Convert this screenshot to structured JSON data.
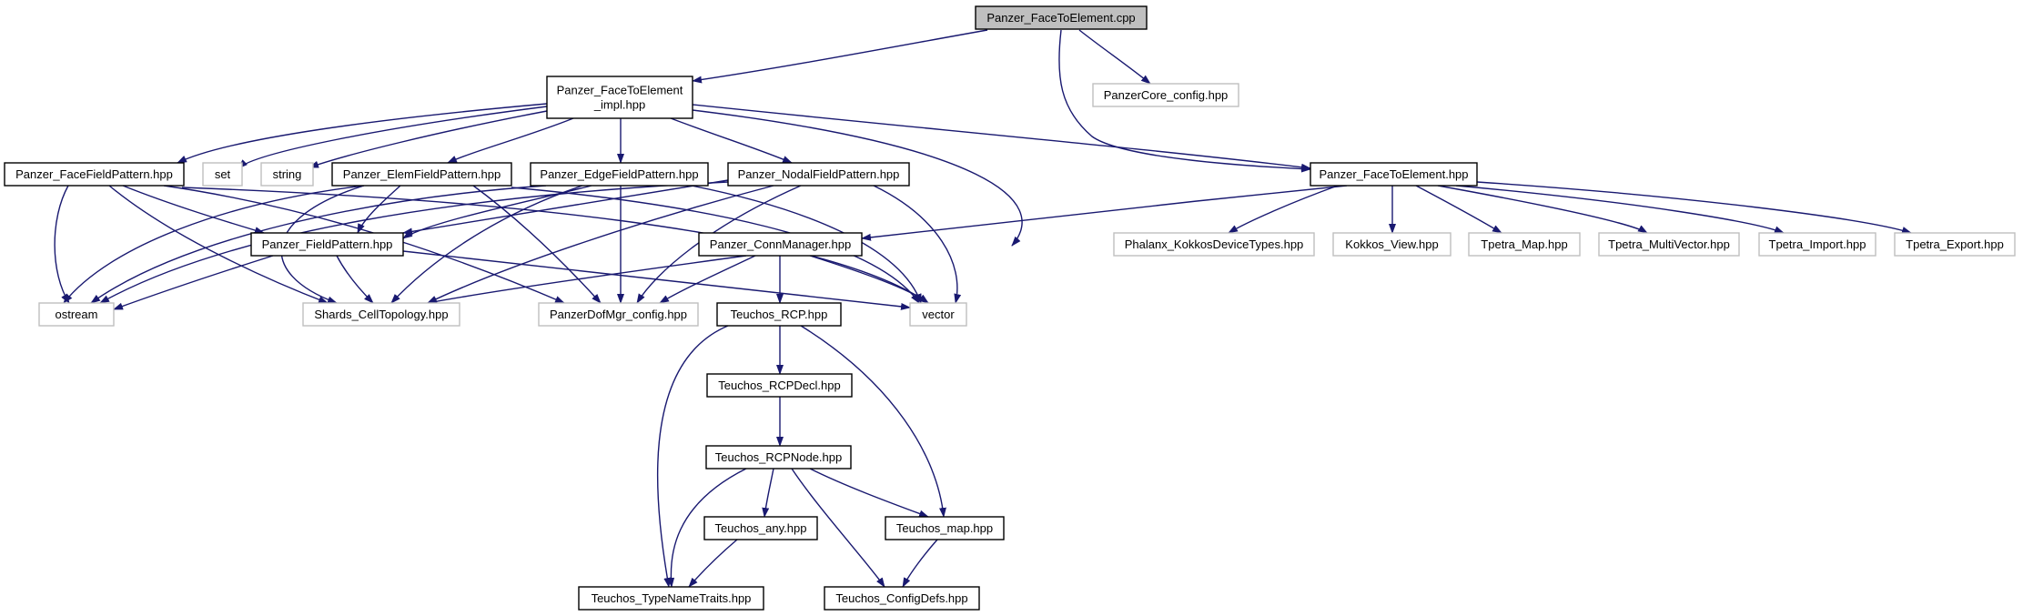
{
  "graph": {
    "colors": {
      "background": "#ffffff",
      "edge": "#191970",
      "root_fill": "#bfbfbf",
      "node_fill": "#ffffff",
      "documented_border": "#000000",
      "external_border": "#bfbfbf",
      "text": "#000000"
    },
    "nodes": [
      {
        "id": "root",
        "lines": [
          "Panzer_FaceToElement.cpp"
        ],
        "style": "root"
      },
      {
        "id": "impl",
        "lines": [
          "Panzer_FaceToElement",
          "_impl.hpp"
        ],
        "style": "documented"
      },
      {
        "id": "corecfg",
        "lines": [
          "PanzerCore_config.hpp"
        ],
        "style": "external"
      },
      {
        "id": "f2e",
        "lines": [
          "Panzer_FaceToElement.hpp"
        ],
        "style": "documented"
      },
      {
        "id": "facefp",
        "lines": [
          "Panzer_FaceFieldPattern.hpp"
        ],
        "style": "documented"
      },
      {
        "id": "set",
        "lines": [
          "set"
        ],
        "style": "external"
      },
      {
        "id": "string",
        "lines": [
          "string"
        ],
        "style": "external"
      },
      {
        "id": "elemfp",
        "lines": [
          "Panzer_ElemFieldPattern.hpp"
        ],
        "style": "documented"
      },
      {
        "id": "edgefp",
        "lines": [
          "Panzer_EdgeFieldPattern.hpp"
        ],
        "style": "documented"
      },
      {
        "id": "nodalfp",
        "lines": [
          "Panzer_NodalFieldPattern.hpp"
        ],
        "style": "documented"
      },
      {
        "id": "fp",
        "lines": [
          "Panzer_FieldPattern.hpp"
        ],
        "style": "documented"
      },
      {
        "id": "connmgr",
        "lines": [
          "Panzer_ConnManager.hpp"
        ],
        "style": "documented"
      },
      {
        "id": "ostream",
        "lines": [
          "ostream"
        ],
        "style": "external"
      },
      {
        "id": "shards",
        "lines": [
          "Shards_CellTopology.hpp"
        ],
        "style": "external"
      },
      {
        "id": "dofcfg",
        "lines": [
          "PanzerDofMgr_config.hpp"
        ],
        "style": "external"
      },
      {
        "id": "vector",
        "lines": [
          "vector"
        ],
        "style": "external"
      },
      {
        "id": "phalanx",
        "lines": [
          "Phalanx_KokkosDeviceTypes.hpp"
        ],
        "style": "external"
      },
      {
        "id": "kokkosview",
        "lines": [
          "Kokkos_View.hpp"
        ],
        "style": "external"
      },
      {
        "id": "tmap",
        "lines": [
          "Tpetra_Map.hpp"
        ],
        "style": "external"
      },
      {
        "id": "tmv",
        "lines": [
          "Tpetra_MultiVector.hpp"
        ],
        "style": "external"
      },
      {
        "id": "timport",
        "lines": [
          "Tpetra_Import.hpp"
        ],
        "style": "external"
      },
      {
        "id": "texport",
        "lines": [
          "Tpetra_Export.hpp"
        ],
        "style": "external"
      },
      {
        "id": "rcp",
        "lines": [
          "Teuchos_RCP.hpp"
        ],
        "style": "documented"
      },
      {
        "id": "rcpdecl",
        "lines": [
          "Teuchos_RCPDecl.hpp"
        ],
        "style": "documented"
      },
      {
        "id": "rcpnode",
        "lines": [
          "Teuchos_RCPNode.hpp"
        ],
        "style": "documented"
      },
      {
        "id": "any",
        "lines": [
          "Teuchos_any.hpp"
        ],
        "style": "documented"
      },
      {
        "id": "tmapteu",
        "lines": [
          "Teuchos_map.hpp"
        ],
        "style": "documented"
      },
      {
        "id": "typename",
        "lines": [
          "Teuchos_TypeNameTraits.hpp"
        ],
        "style": "documented"
      },
      {
        "id": "configdefs",
        "lines": [
          "Teuchos_ConfigDefs.hpp"
        ],
        "style": "documented"
      }
    ],
    "edges": [
      {
        "from": "root",
        "to": "impl"
      },
      {
        "from": "root",
        "to": "corecfg"
      },
      {
        "from": "root",
        "to": "f2e"
      },
      {
        "from": "impl",
        "to": "facefp"
      },
      {
        "from": "impl",
        "to": "set"
      },
      {
        "from": "impl",
        "to": "string"
      },
      {
        "from": "impl",
        "to": "elemfp"
      },
      {
        "from": "impl",
        "to": "edgefp"
      },
      {
        "from": "impl",
        "to": "nodalfp"
      },
      {
        "from": "impl",
        "to": "f2e"
      },
      {
        "from": "impl",
        "to": "vector"
      },
      {
        "from": "facefp",
        "to": "ostream"
      },
      {
        "from": "facefp",
        "to": "fp"
      },
      {
        "from": "facefp",
        "to": "shards"
      },
      {
        "from": "facefp",
        "to": "dofcfg"
      },
      {
        "from": "facefp",
        "to": "vector"
      },
      {
        "from": "elemfp",
        "to": "ostream"
      },
      {
        "from": "elemfp",
        "to": "fp"
      },
      {
        "from": "elemfp",
        "to": "shards"
      },
      {
        "from": "elemfp",
        "to": "dofcfg"
      },
      {
        "from": "elemfp",
        "to": "vector"
      },
      {
        "from": "edgefp",
        "to": "ostream"
      },
      {
        "from": "edgefp",
        "to": "fp"
      },
      {
        "from": "edgefp",
        "to": "shards"
      },
      {
        "from": "edgefp",
        "to": "dofcfg"
      },
      {
        "from": "edgefp",
        "to": "vector"
      },
      {
        "from": "nodalfp",
        "to": "ostream"
      },
      {
        "from": "nodalfp",
        "to": "fp"
      },
      {
        "from": "nodalfp",
        "to": "shards"
      },
      {
        "from": "nodalfp",
        "to": "dofcfg"
      },
      {
        "from": "nodalfp",
        "to": "vector"
      },
      {
        "from": "fp",
        "to": "ostream"
      },
      {
        "from": "fp",
        "to": "shards"
      },
      {
        "from": "fp",
        "to": "vector"
      },
      {
        "from": "f2e",
        "to": "connmgr"
      },
      {
        "from": "f2e",
        "to": "phalanx"
      },
      {
        "from": "f2e",
        "to": "kokkosview"
      },
      {
        "from": "f2e",
        "to": "tmap"
      },
      {
        "from": "f2e",
        "to": "tmv"
      },
      {
        "from": "f2e",
        "to": "timport"
      },
      {
        "from": "f2e",
        "to": "texport"
      },
      {
        "from": "connmgr",
        "to": "shards"
      },
      {
        "from": "connmgr",
        "to": "dofcfg"
      },
      {
        "from": "connmgr",
        "to": "rcp"
      },
      {
        "from": "connmgr",
        "to": "vector"
      },
      {
        "from": "rcp",
        "to": "rcpdecl"
      },
      {
        "from": "rcp",
        "to": "typename"
      },
      {
        "from": "rcp",
        "to": "tmapteu"
      },
      {
        "from": "rcpdecl",
        "to": "rcpnode"
      },
      {
        "from": "rcpnode",
        "to": "any"
      },
      {
        "from": "rcpnode",
        "to": "tmapteu"
      },
      {
        "from": "rcpnode",
        "to": "typename"
      },
      {
        "from": "rcpnode",
        "to": "configdefs"
      },
      {
        "from": "any",
        "to": "typename"
      },
      {
        "from": "tmapteu",
        "to": "configdefs"
      }
    ]
  }
}
